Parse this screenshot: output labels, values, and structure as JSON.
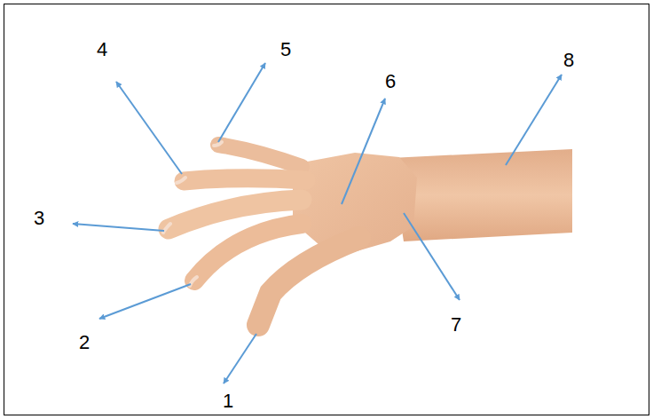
{
  "diagram": {
    "labels": [
      "4",
      "5",
      "6",
      "8",
      "3",
      "2",
      "7",
      "1"
    ]
  }
}
